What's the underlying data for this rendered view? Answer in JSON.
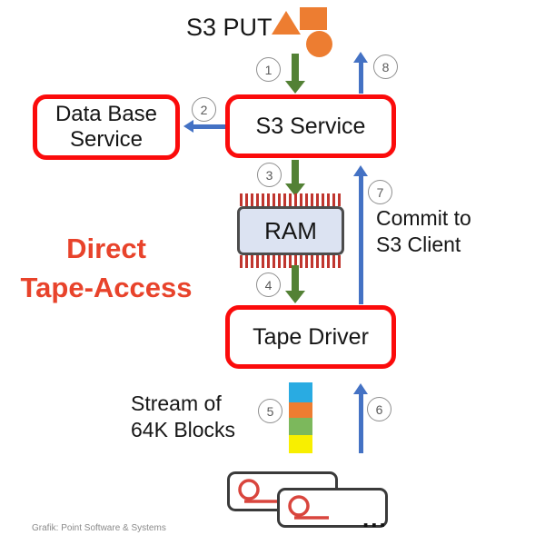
{
  "heading": {
    "line1": "Direct",
    "line2": "Tape-Access"
  },
  "source": {
    "label": "S3 PUT"
  },
  "nodes": {
    "database_service": {
      "line1": "Data Base",
      "line2": "Service"
    },
    "s3_service": "S3 Service",
    "ram": "RAM",
    "tape_driver": "Tape Driver"
  },
  "steps": [
    "1",
    "2",
    "3",
    "4",
    "5",
    "6",
    "7",
    "8"
  ],
  "annotations": {
    "commit_line1": "Commit to",
    "commit_line2": "S3 Client",
    "stream_line1": "Stream of",
    "stream_line2": "64K Blocks",
    "tape_library_more": "..."
  },
  "stream_blocks": [
    {
      "name": "block-cyan",
      "color": "#29ABE2"
    },
    {
      "name": "block-orange",
      "color": "#ED7D31"
    },
    {
      "name": "block-green",
      "color": "#7CB85C"
    },
    {
      "name": "block-yellow",
      "color": "#F8EF00"
    }
  ],
  "colors": {
    "node_border_red": "#FB0B0B",
    "ingest_arrow_green": "#538135",
    "return_arrow_blue": "#4472C4",
    "s3_objects_orange": "#ED7D31",
    "ram_pins_red": "#C0362F",
    "tape_reel_red": "#D9453D",
    "heading_red": "#E8432B"
  },
  "footer": {
    "credit": "Grafik: Point Software & Systems"
  }
}
